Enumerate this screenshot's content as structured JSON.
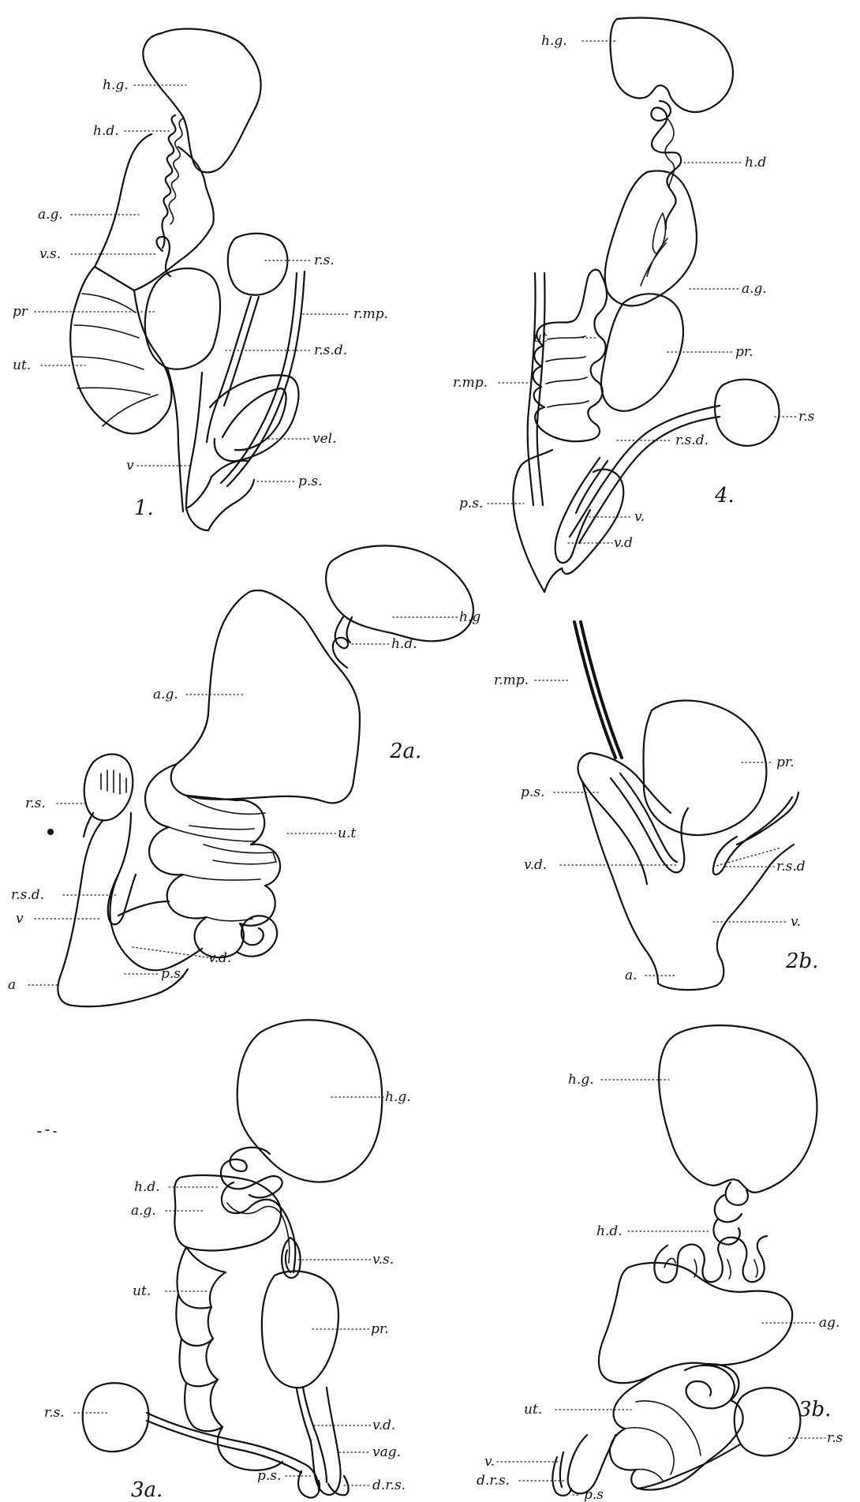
{
  "figures": [
    {
      "number": "1.",
      "labels": [
        "h.g.",
        "h.d.",
        "a.g.",
        "v.s.",
        "pr",
        "ut.",
        "r.s.",
        "r.mp.",
        "r.s.d.",
        "vel.",
        "v",
        "p.s."
      ]
    },
    {
      "number": "4.",
      "labels": [
        "h.g.",
        "h.d",
        "a.g.",
        "ut",
        "pr.",
        "r.mp.",
        "r.s",
        "r.s.d.",
        "p.s.",
        "v.",
        "v.d"
      ]
    },
    {
      "number": "2a.",
      "labels": [
        "h.g",
        "h.d.",
        "a.g.",
        "r.s.",
        "u.t",
        "r.s.d.",
        "v",
        "v.d.",
        "a",
        "p.s."
      ]
    },
    {
      "number": "2b.",
      "labels": [
        "r.mp.",
        "pr.",
        "p.s.",
        "v.d.",
        "r.s.d",
        "v.",
        "a."
      ]
    },
    {
      "number": "3a.",
      "labels": [
        "h.g.",
        "h.d.",
        "a.g.",
        "v.s.",
        "ut.",
        "pr.",
        "v.d.",
        "r.s.",
        "vag.",
        "p.s.",
        "d.r.s."
      ]
    },
    {
      "number": "3b.",
      "labels": [
        "h.g.",
        "h.d.",
        "ag.",
        "ut.",
        "r.s",
        "v.",
        "d.r.s.",
        "p.s"
      ]
    }
  ]
}
